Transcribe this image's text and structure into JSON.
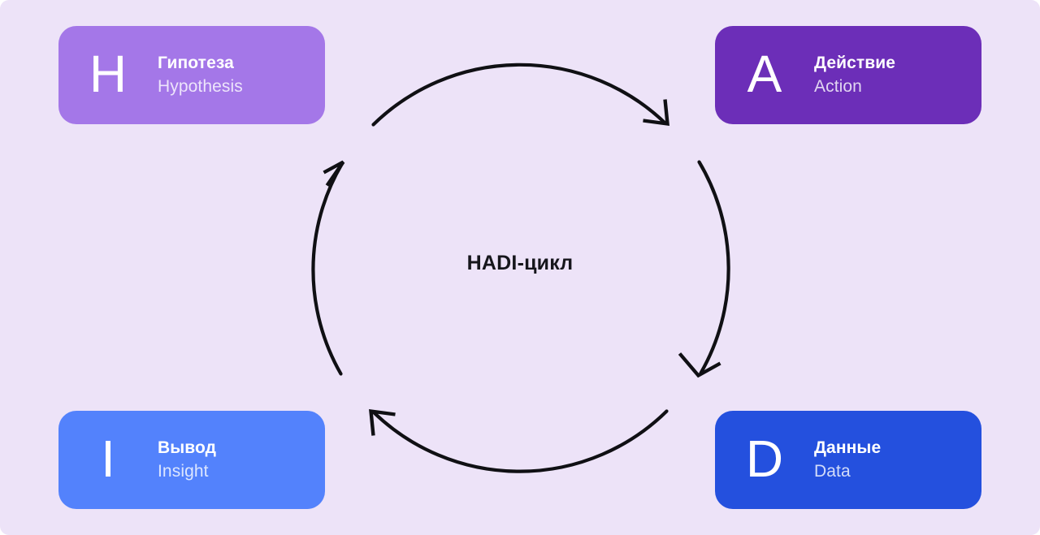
{
  "diagram": {
    "background_color": "#EDE3F8",
    "center_label": "HADI-цикл",
    "center_label_color": "#16161C",
    "arrow_color": "#101014",
    "flow_order": [
      "H",
      "A",
      "D",
      "I"
    ],
    "cards": [
      {
        "position": "top-left",
        "letter": "H",
        "title": "Гипотеза",
        "subtitle": "Hypothesis",
        "color": "#A477E8"
      },
      {
        "position": "top-right",
        "letter": "A",
        "title": "Действие",
        "subtitle": "Action",
        "color": "#6C2EB8"
      },
      {
        "position": "bottom-left",
        "letter": "I",
        "title": "Вывод",
        "subtitle": "Insight",
        "color": "#5382FC"
      },
      {
        "position": "bottom-right",
        "letter": "D",
        "title": "Данные",
        "subtitle": "Data",
        "color": "#2450DE"
      }
    ],
    "arrows": [
      {
        "name": "top-arc",
        "from": "H",
        "to": "A",
        "direction": "clockwise"
      },
      {
        "name": "right-arc",
        "from": "A",
        "to": "D",
        "direction": "clockwise"
      },
      {
        "name": "bottom-arc",
        "from": "D",
        "to": "I",
        "direction": "clockwise"
      },
      {
        "name": "left-arc",
        "from": "I",
        "to": "H",
        "direction": "clockwise"
      }
    ]
  }
}
